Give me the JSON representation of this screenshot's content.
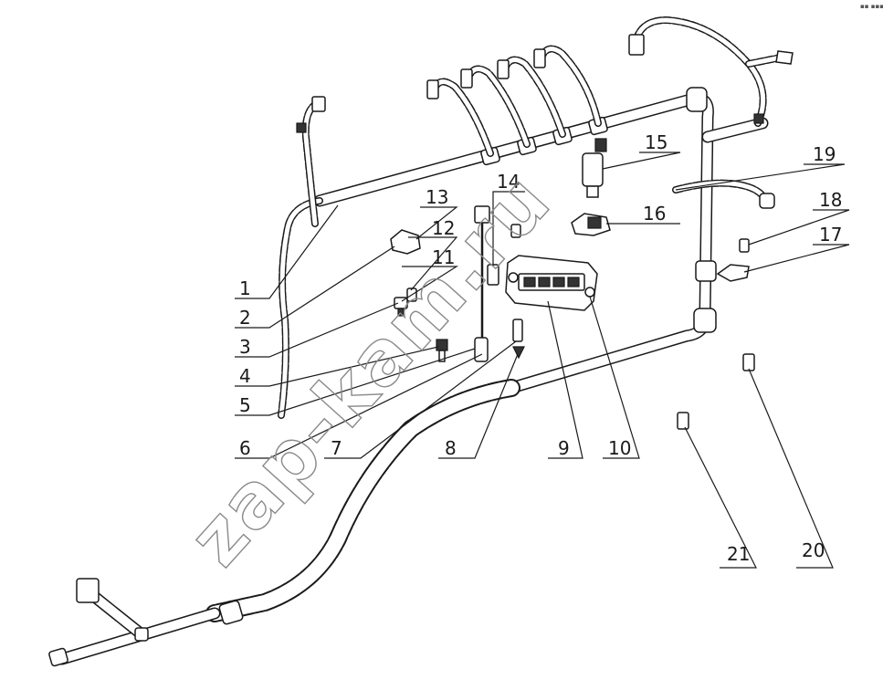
{
  "callouts": [
    {
      "id": "1",
      "label": "1"
    },
    {
      "id": "2",
      "label": "2"
    },
    {
      "id": "3",
      "label": "3"
    },
    {
      "id": "4",
      "label": "4"
    },
    {
      "id": "5",
      "label": "5"
    },
    {
      "id": "6",
      "label": "6"
    },
    {
      "id": "7",
      "label": "7"
    },
    {
      "id": "8",
      "label": "8"
    },
    {
      "id": "9",
      "label": "9"
    },
    {
      "id": "10",
      "label": "10"
    },
    {
      "id": "11",
      "label": "11"
    },
    {
      "id": "12",
      "label": "12"
    },
    {
      "id": "13",
      "label": "13"
    },
    {
      "id": "14",
      "label": "14"
    },
    {
      "id": "15",
      "label": "15"
    },
    {
      "id": "16",
      "label": "16"
    },
    {
      "id": "17",
      "label": "17"
    },
    {
      "id": "18",
      "label": "18"
    },
    {
      "id": "19",
      "label": "19"
    },
    {
      "id": "20",
      "label": "20"
    },
    {
      "id": "21",
      "label": "21"
    }
  ],
  "watermark": {
    "text": "zap-kam.ru"
  },
  "corner_mark": {
    "text": "▪▪ ▪▪▪"
  }
}
